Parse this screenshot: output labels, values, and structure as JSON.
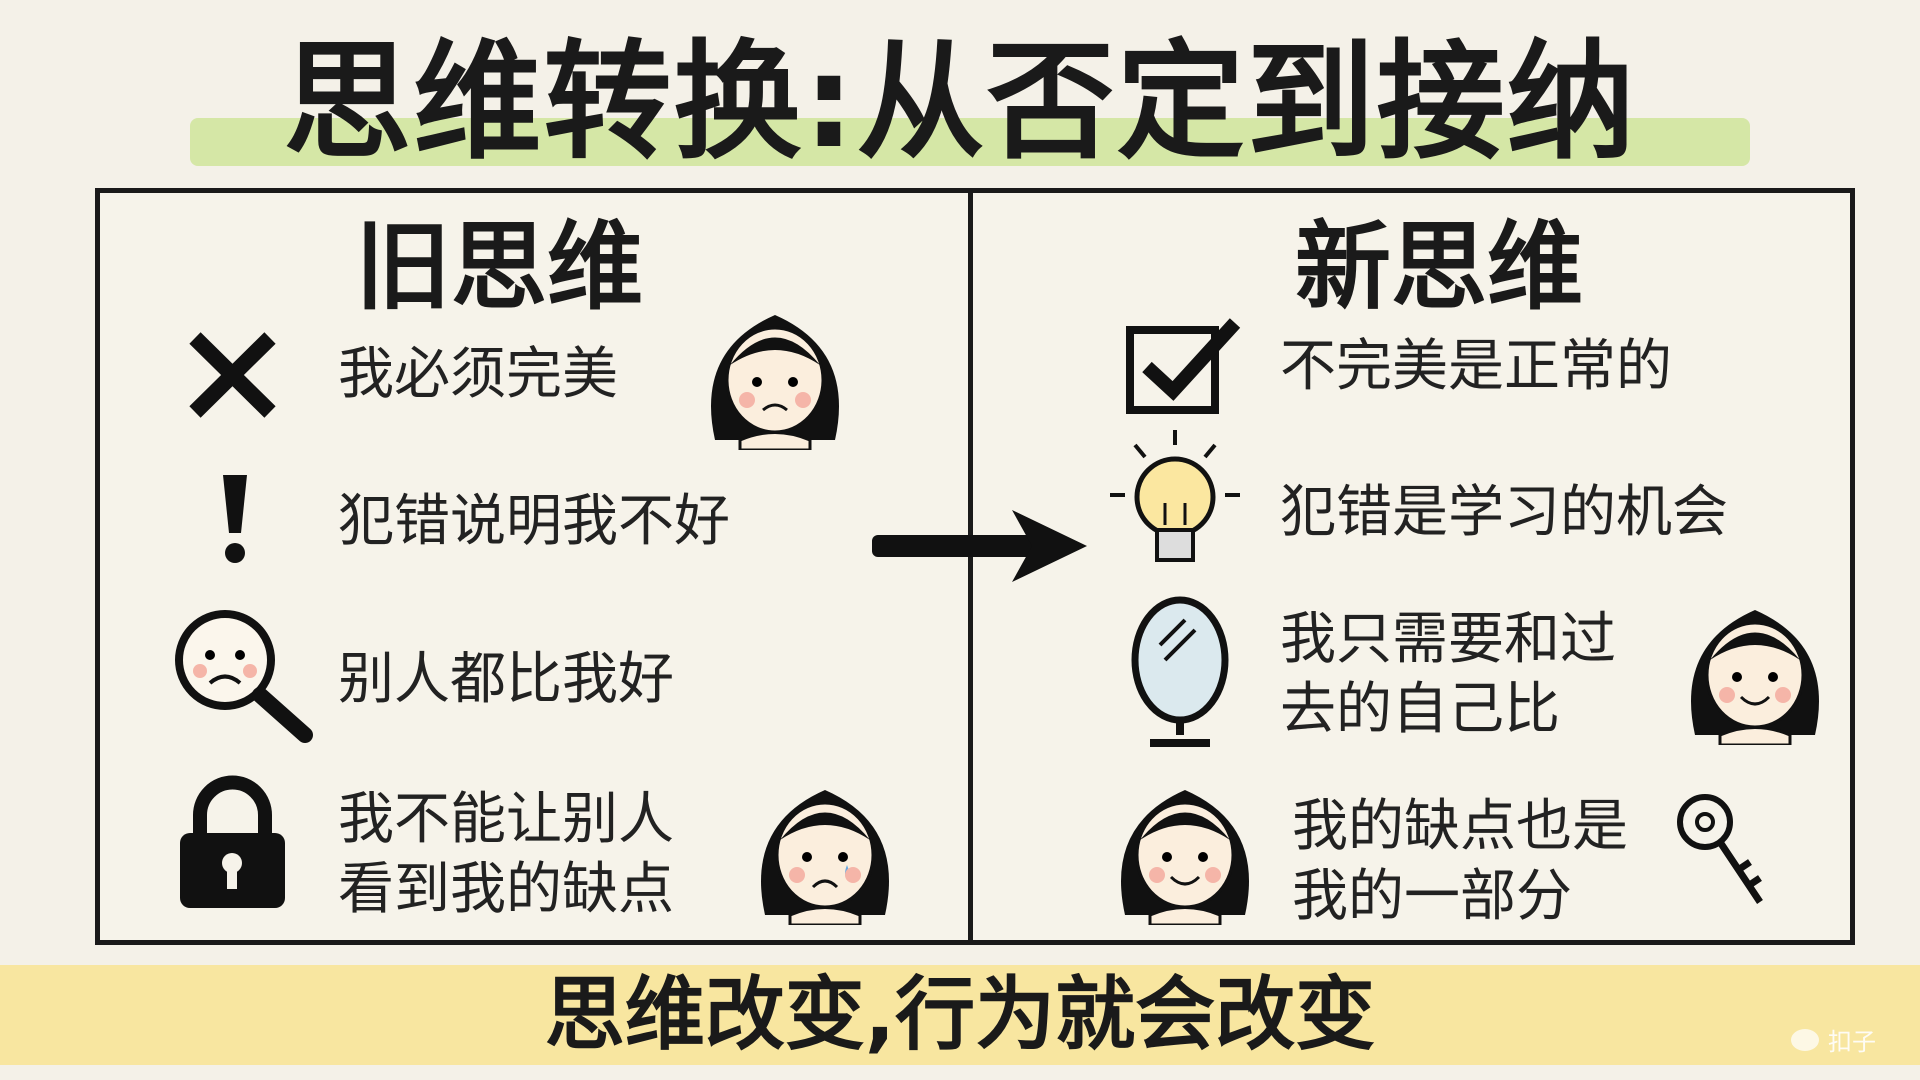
{
  "title": "思维转换:从否定到接纳",
  "old": {
    "heading": "旧思维",
    "items": [
      {
        "icon": "x-icon",
        "text": "我必须完美"
      },
      {
        "icon": "exclamation-icon",
        "text": "犯错说明我不好"
      },
      {
        "icon": "magnifier-sad-icon",
        "text": "别人都比我好"
      },
      {
        "icon": "lock-icon",
        "text": "我不能让别人",
        "text2": "看到我的缺点"
      }
    ]
  },
  "new": {
    "heading": "新思维",
    "items": [
      {
        "icon": "checkbox-icon",
        "text": "不完美是正常的"
      },
      {
        "icon": "lightbulb-icon",
        "text": "犯错是学习的机会"
      },
      {
        "icon": "mirror-icon",
        "text": "我只需要和过",
        "text2": "去的自己比"
      },
      {
        "icon": "key-icon",
        "text": "我的缺点也是",
        "text2": "我的一部分"
      }
    ]
  },
  "motto": "思维改变,行为就会改变",
  "watermark": "扣子",
  "colors": {
    "highlight": "#cfe59a",
    "band": "#f8e6a0",
    "background": "#f4f1e8"
  }
}
